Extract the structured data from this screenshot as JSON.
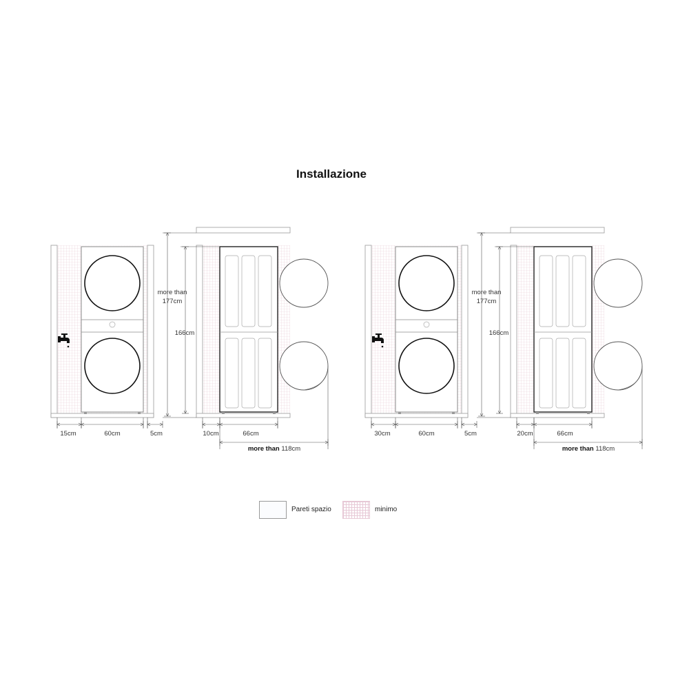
{
  "title": "Installazione",
  "variants": [
    {
      "front": {
        "left_gap": "15cm",
        "width": "60cm",
        "right_gap": "5cm"
      },
      "side": {
        "height_total_prefix": "more than",
        "height_total": "177cm",
        "height": "166cm",
        "back_gap": "10cm",
        "depth": "66cm",
        "door_clearance_prefix": "more than",
        "door_clearance": "118cm"
      }
    },
    {
      "front": {
        "left_gap": "30cm",
        "width": "60cm",
        "right_gap": "5cm"
      },
      "side": {
        "height_total_prefix": "more than",
        "height_total": "177cm",
        "height": "166cm",
        "back_gap": "20cm",
        "depth": "66cm",
        "door_clearance_prefix": "more than",
        "door_clearance": "118cm"
      }
    }
  ],
  "legend": [
    {
      "label": "Pareti spazio",
      "swatch": "plain"
    },
    {
      "label": "minimo",
      "swatch": "grid"
    }
  ],
  "colors": {
    "grid": "#e7c9d6",
    "line": "#8a8a8a",
    "door": "#222222"
  }
}
